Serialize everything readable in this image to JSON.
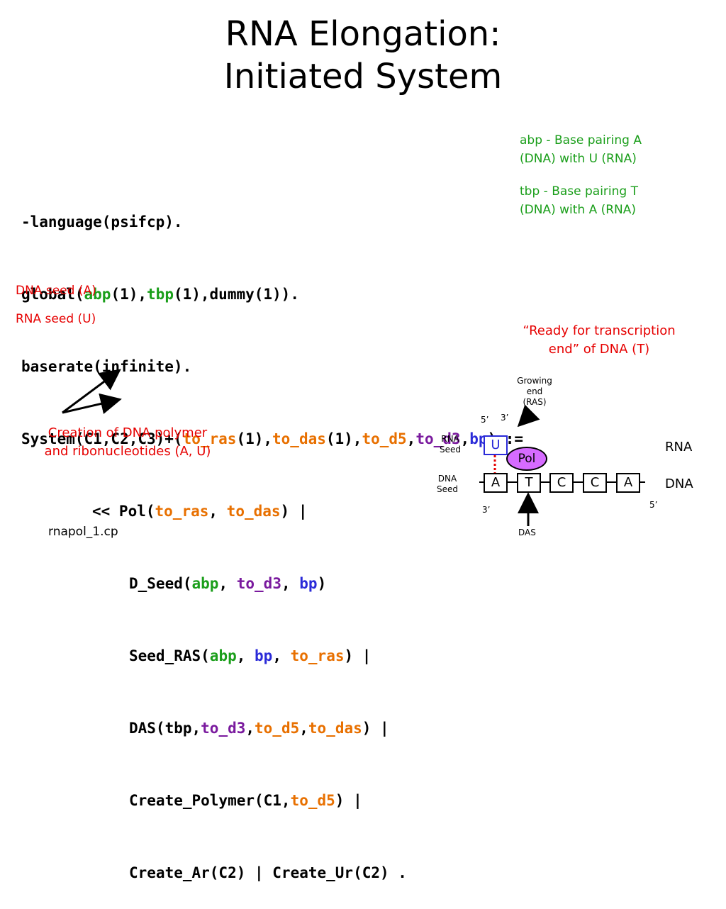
{
  "colors": {
    "green": "#1a9e1a",
    "orange": "#e87000",
    "purple": "#7a1a9e",
    "blue": "#2a2ad8",
    "red": "#e60000"
  },
  "title": {
    "line1": "RNA Elongation:",
    "line2": "Initiated System"
  },
  "notes": {
    "abp_l1": "abp  - Base pairing A",
    "abp_l2": "(DNA) with U (RNA)",
    "tbp_l1": "tbp  - Base pairing T",
    "tbp_l2": "(DNA) with A (RNA)"
  },
  "code": {
    "l1": "-language(psifcp).",
    "l2": [
      "global(",
      "abp",
      "(1),",
      "tbp",
      "(1),dummy(1))."
    ],
    "l3": "baserate(infinite).",
    "l4": [
      "System(C1,C2,C3)+(",
      "to_ras",
      "(1),",
      "to_das",
      "(1),",
      "to_d5",
      ",",
      "to_d3",
      ",",
      "bp",
      ")::="
    ],
    "l5": [
      "<< Pol(",
      "to_ras",
      ", ",
      "to_das",
      ") |"
    ],
    "l6": [
      "D_Seed(",
      "abp",
      ", ",
      "to_d3",
      ", ",
      "bp",
      ")"
    ],
    "l7": [
      "Seed_RAS(",
      "abp",
      ", ",
      "bp",
      ", ",
      "to_ras",
      ") |"
    ],
    "l8": [
      "DAS(tbp,",
      "to_d3",
      ",",
      "to_d5",
      ",",
      "to_das",
      ") |"
    ],
    "l9": [
      "Create_Polymer(C1,",
      "to_d5",
      ") |"
    ],
    "l10": "Create_Ar(C2) | Create_Ur(C2) ."
  },
  "labels": {
    "dna_seed_a": "DNA seed (A)",
    "rna_seed_u": "RNA seed (U)",
    "ready_l1": "“Ready for transcription",
    "ready_l2": "end” of DNA (T)",
    "creation_l1": "Creation of DNA polymer",
    "creation_l2": "and ribonucleotides (A, U)",
    "filename": "rnapol_1.cp"
  },
  "diagram": {
    "growing_l1": "Growing",
    "growing_l2": "end",
    "growing_l3": "(RAS)",
    "five_prime_top": "5’",
    "three_prime_top": "3’",
    "rna_seed_l1": "RNA",
    "rna_seed_l2": "Seed",
    "dna_seed_l1": "DNA",
    "dna_seed_l2": "Seed",
    "u_box": "U",
    "pol": "Pol",
    "dna_boxes": [
      "A",
      "T",
      "C",
      "C",
      "A"
    ],
    "rna_label": "RNA",
    "dna_label": "DNA",
    "three_prime_bottom": "3’",
    "five_prime_bottom": "5’",
    "das": "DAS"
  }
}
